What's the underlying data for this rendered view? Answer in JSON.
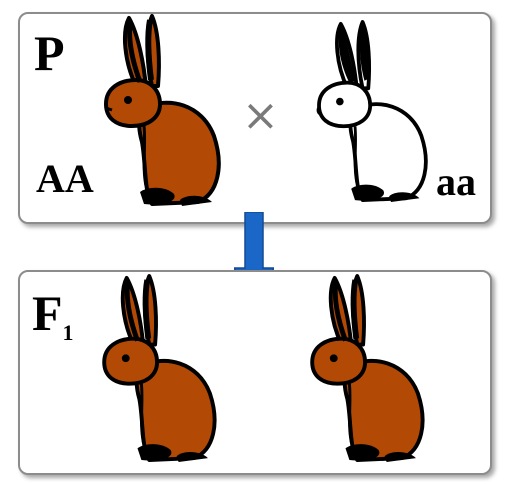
{
  "parental": {
    "generation_label": "P",
    "left_genotype": "AA",
    "right_genotype": "aa",
    "cross_symbol": "×"
  },
  "offspring": {
    "generation_label": "F",
    "generation_subscript": "1"
  },
  "colors": {
    "brown_fur": "#b24a06",
    "white_fur": "#ffffff",
    "outline": "#000000",
    "arrow": "#1b67c8",
    "panel_border": "#8c8c8c"
  }
}
